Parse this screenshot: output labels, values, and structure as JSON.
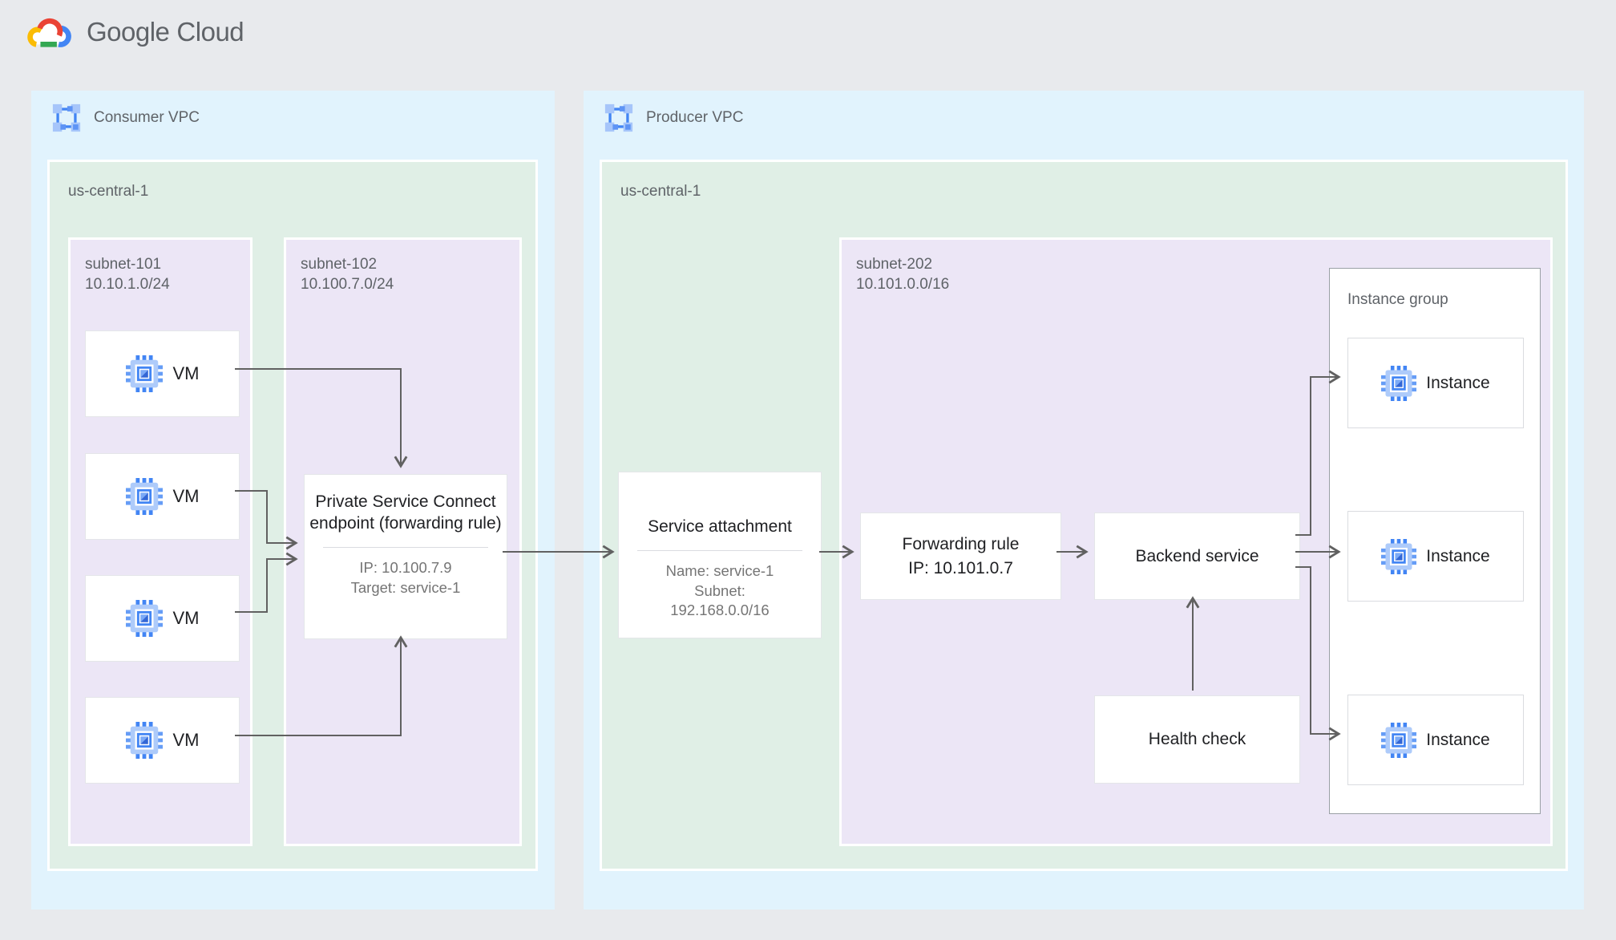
{
  "logo": {
    "google": "Google",
    "cloud": "Cloud"
  },
  "palette": {
    "page_bg": "#e8eaed",
    "vpc_bg": "#e1f3fd",
    "region_bg": "#e0efe6",
    "subnet_bg": "#ece6f6",
    "node_bg": "#ffffff",
    "arrow": "#616161",
    "label_gray": "#5f6368",
    "detail_gray": "#757575",
    "title_black": "#202124",
    "gcp_blue": "#4285f4",
    "gcp_red": "#ea4335",
    "gcp_yellow": "#fbbc04",
    "gcp_green": "#34a853"
  },
  "consumer_vpc": {
    "label": "Consumer VPC",
    "region": {
      "label": "us-central-1",
      "subnet_101": {
        "title": "subnet-101\n10.10.1.0/24",
        "vm_label": "VM"
      },
      "subnet_102": {
        "title": "subnet-102\n10.100.7.0/24",
        "psc_endpoint": {
          "title": "Private Service Connect endpoint (forwarding rule)",
          "ip": "IP: 10.100.7.9",
          "target": "Target: service-1"
        }
      }
    }
  },
  "producer_vpc": {
    "label": "Producer VPC",
    "region": {
      "label": "us-central-1",
      "service_attachment": {
        "title": "Service attachment",
        "name": "Name: service-1",
        "subnet_label": "Subnet:",
        "subnet_cidr": "192.168.0.0/16"
      },
      "subnet_202": {
        "title": "subnet-202\n10.101.0.0/16",
        "forwarding_rule": {
          "title": "Forwarding rule",
          "ip": "IP: 10.101.0.7"
        },
        "backend_service": {
          "title": "Backend service"
        },
        "health_check": {
          "title": "Health check"
        },
        "instance_group": {
          "label": "Instance group",
          "instance_label": "Instance"
        }
      }
    }
  }
}
